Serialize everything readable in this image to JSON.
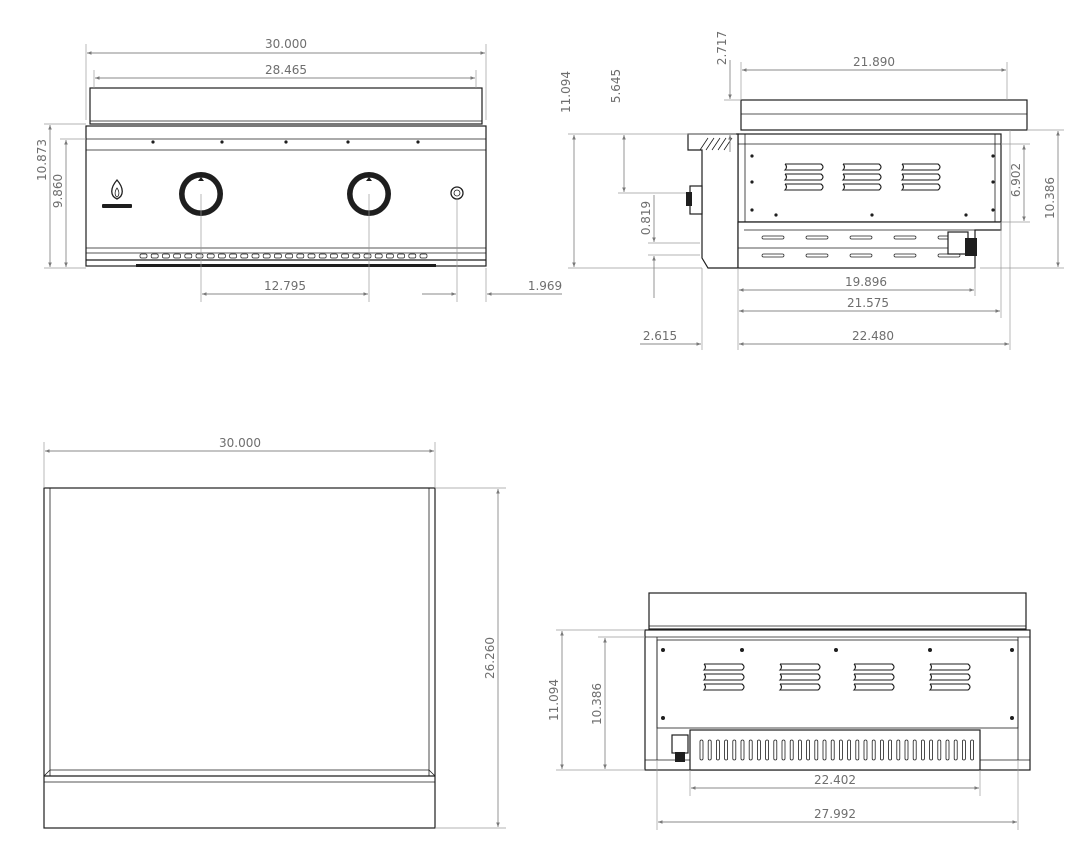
{
  "views": {
    "front": {
      "dims": {
        "overall_width": "30.000",
        "griddle_width": "28.465",
        "height_total": "10.873",
        "height_body": "9.860",
        "knob_spacing": "12.795",
        "igniter_offset": "1.969"
      }
    },
    "side": {
      "dims": {
        "height_total": "11.094",
        "top_to_knob": "5.645",
        "lid_height": "2.717",
        "top_depth": "21.890",
        "valve_height": "0.819",
        "body_height": "6.902",
        "body_height_total": "10.386",
        "base_depth": "19.896",
        "body_depth": "21.575",
        "front_projection": "2.615",
        "overall_depth": "22.480"
      }
    },
    "top": {
      "dims": {
        "width": "30.000",
        "depth": "26.260"
      }
    },
    "rear": {
      "dims": {
        "height_total": "11.094",
        "body_height": "10.386",
        "inner_width": "22.402",
        "body_width": "27.992"
      }
    }
  }
}
